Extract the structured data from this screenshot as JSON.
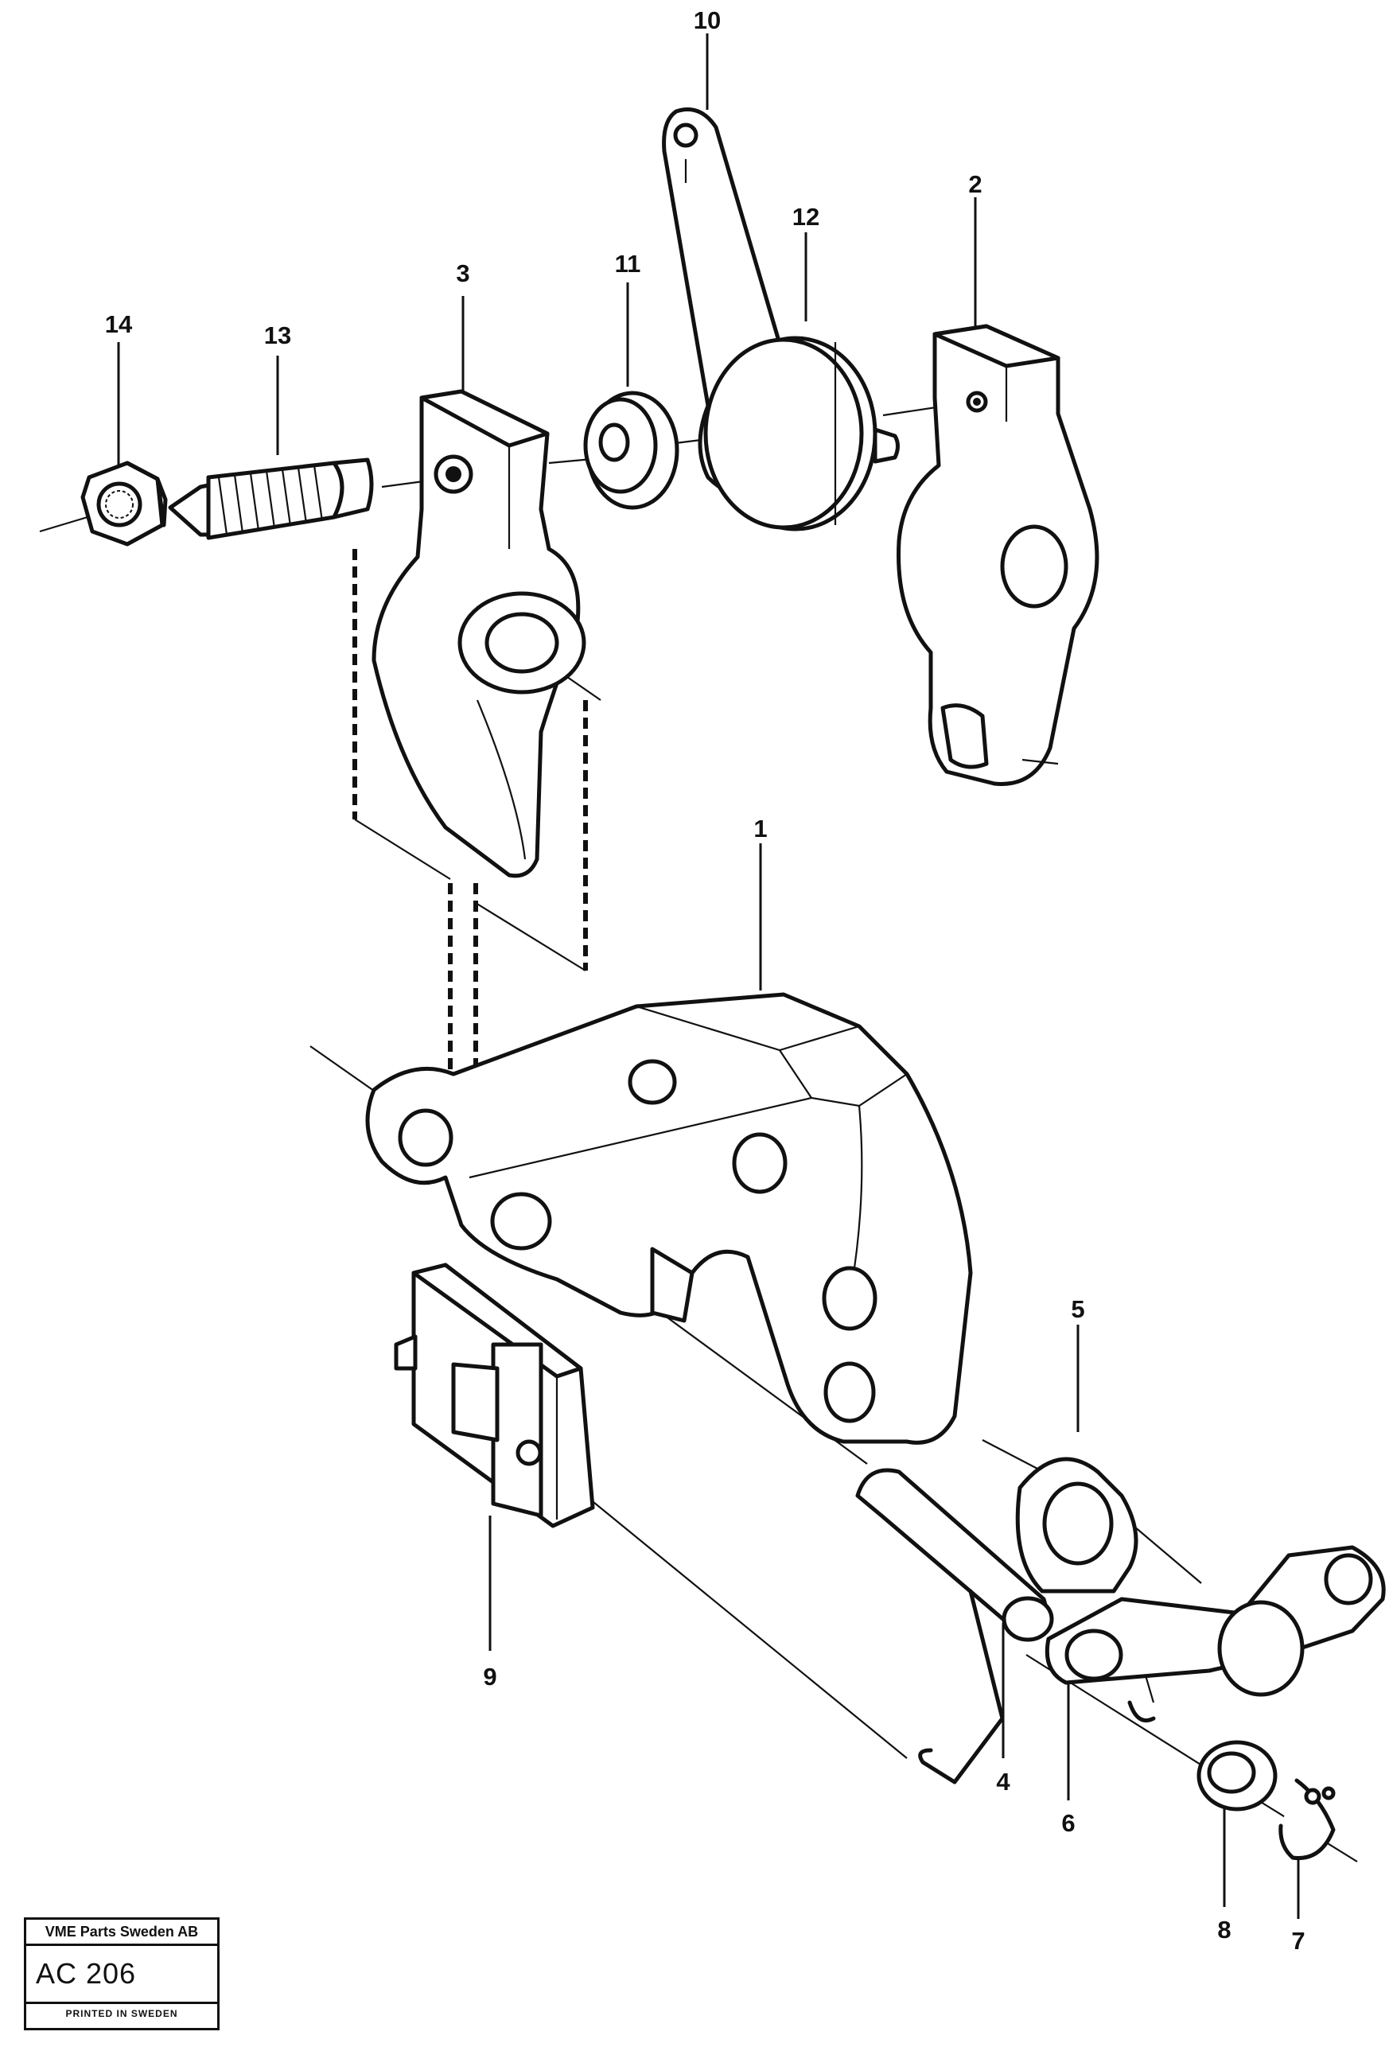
{
  "callouts": {
    "c1": "1",
    "c2": "2",
    "c3": "3",
    "c4": "4",
    "c5": "5",
    "c6": "6",
    "c7": "7",
    "c8": "8",
    "c9": "9",
    "c10": "10",
    "c11": "11",
    "c12": "12",
    "c13": "13",
    "c14": "14"
  },
  "stamp": {
    "company": "VME Parts Sweden AB",
    "code": "AC 206",
    "printed": "PRINTED IN SWEDEN"
  }
}
